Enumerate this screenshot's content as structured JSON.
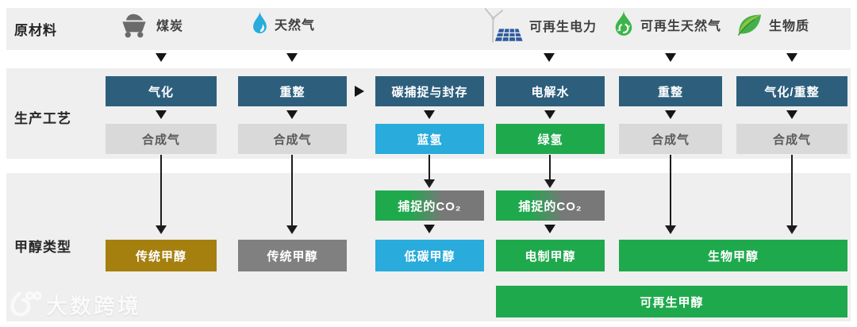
{
  "sections": {
    "raw_materials_label": "原材料",
    "process_label": "生产工艺",
    "methanol_label": "甲醇类型"
  },
  "raw_materials": [
    {
      "label": "煤炭",
      "icon": "coal-cart-icon"
    },
    {
      "label": "天然气",
      "icon": "gas-flame-icon"
    },
    {
      "label": "可再生电力",
      "icon": "wind-turbine-solar-icon"
    },
    {
      "label": "可再生天然气",
      "icon": "green-flame-recycle-icon"
    },
    {
      "label": "生物质",
      "icon": "leaf-icon"
    }
  ],
  "process_boxes": [
    "气化",
    "重整",
    "碳捕捉与封存",
    "电解水",
    "重整",
    "气化/重整"
  ],
  "product_boxes": [
    {
      "label": "合成气",
      "type": "syngas"
    },
    {
      "label": "合成气",
      "type": "syngas"
    },
    {
      "label": "蓝氢",
      "type": "blue-hydrogen"
    },
    {
      "label": "绿氢",
      "type": "green-hydrogen"
    },
    {
      "label": "合成气",
      "type": "syngas"
    },
    {
      "label": "合成气",
      "type": "syngas"
    }
  ],
  "captured_co2_label": "捕捉的CO₂",
  "methanol_boxes": [
    {
      "label": "传统甲醇",
      "type": "conventional-from-coal"
    },
    {
      "label": "传统甲醇",
      "type": "conventional-from-gas"
    },
    {
      "label": "低碳甲醇",
      "type": "low-carbon"
    },
    {
      "label": "电制甲醇",
      "type": "e-methanol"
    },
    {
      "label": "生物甲醇",
      "type": "bio-methanol"
    },
    {
      "label": "可再生甲醇",
      "type": "renewable-methanol"
    }
  ],
  "watermark": "大数跨境",
  "colors": {
    "band_background": "#efefef",
    "process_box": "#2d5f7d",
    "syngas_box": "#d9d9d9",
    "blue_accent": "#29abdc",
    "green_accent": "#1fa94d",
    "brown_accent": "#a5800f",
    "gray_accent": "#808080",
    "co2_gray": "#787878",
    "arrow": "#1c1c1c"
  }
}
